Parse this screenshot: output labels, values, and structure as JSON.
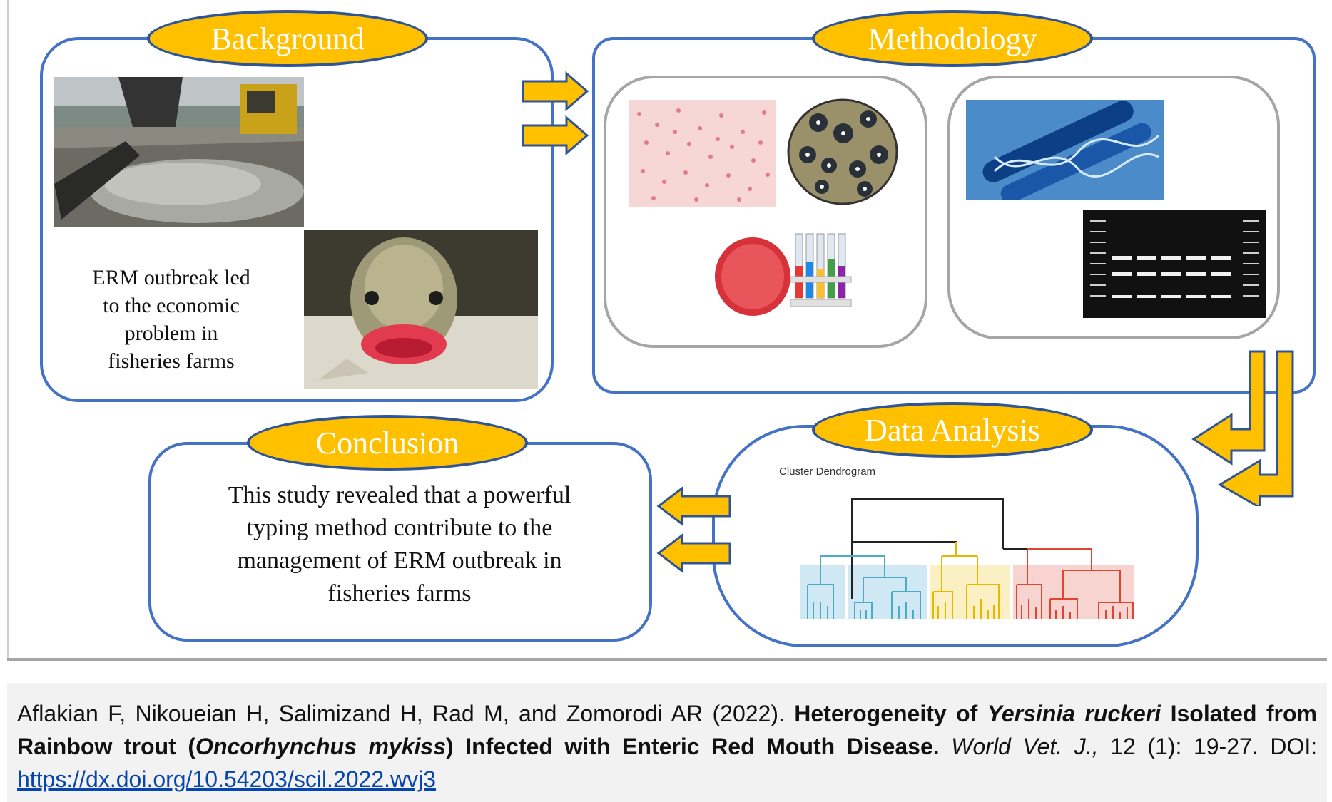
{
  "sections": {
    "background": {
      "title": "Background",
      "text_lines": [
        "ERM outbreak led",
        "to the economic",
        "problem in",
        "fisheries  farms"
      ]
    },
    "methodology": {
      "title": "Methodology"
    },
    "data_analysis": {
      "title": "Data Analysis",
      "dendrogram_title": "Cluster Dendrogram"
    },
    "conclusion": {
      "title": "Conclusion",
      "text_lines": [
        "This study revealed that a powerful",
        "typing method contribute to the",
        "management of ERM outbreak in",
        "fisheries  farms"
      ]
    }
  },
  "citation": {
    "authors": "Aflakian F, Nikoueian H, Salimizand H, Rad M, and Zomorodi AR (2022).",
    "title_part1": "Heterogeneity of",
    "title_italic1": "Yersinia ruckeri",
    "title_part2": "Isolated from Rainbow trout (",
    "title_italic2": "Oncorhynchus mykiss",
    "title_part3": ") Infected with Enteric Red Mouth Disease.",
    "journal": "World Vet. J.,",
    "volume_pages": "12 (1): 19-27.",
    "doi_label": "DOI:",
    "doi_url": "https://dx.doi.org/10.54203/scil.2022.wvj3"
  },
  "colors": {
    "panel_border": "#4472c4",
    "pill_fill": "#ffc000",
    "pill_border": "#2f5597",
    "arrow_fill": "#ffc000",
    "cluster_blue": "#4bacc6",
    "cluster_cyan": "#31a5c4",
    "cluster_yellow": "#e6b800",
    "cluster_red": "#e0462f"
  },
  "icons": {
    "arrow": "block-arrow",
    "image_fishpond": "photo-fish-harvest",
    "image_fish_mouth": "photo-fish-red-mouth",
    "image_gram_stain": "micrograph-bacteria",
    "image_agar_disc": "antibiotic-disc-plate",
    "image_petri_tubes": "petri-dish-and-test-tubes",
    "image_dna_tubes": "dna-test-tubes",
    "image_gel": "gel-electrophoresis"
  }
}
